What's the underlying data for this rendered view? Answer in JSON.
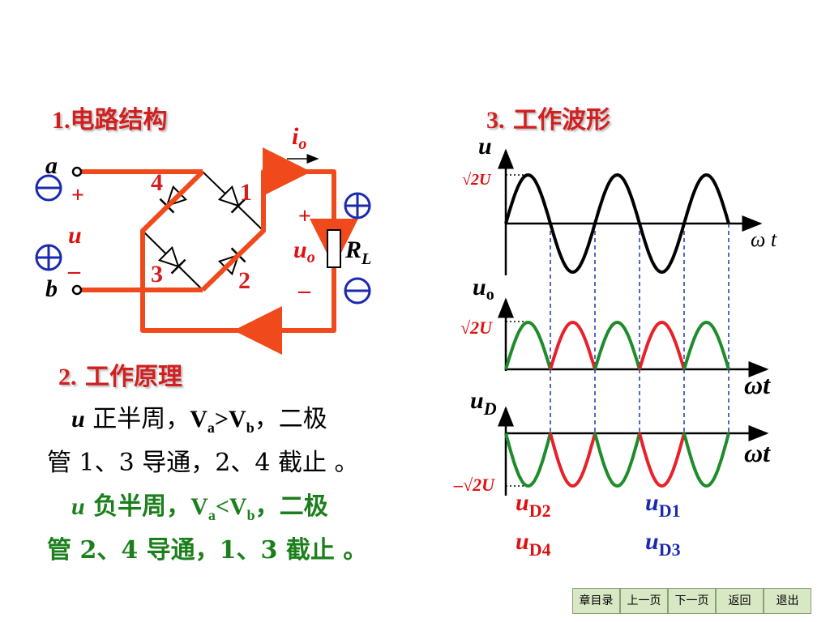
{
  "headings": {
    "circuit_num": "1.",
    "circuit_title": "电路结构",
    "waveform_num": "3.",
    "waveform_title": "工作波形",
    "principle_num": "2.",
    "principle_title": "工作原理"
  },
  "circuit": {
    "node_a": "a",
    "node_b": "b",
    "input_plus": "+",
    "input_minus": "–",
    "input_u": "u",
    "diode_1": "1",
    "diode_2": "2",
    "diode_3": "3",
    "diode_4": "4",
    "current_i": "i",
    "current_sub": "o",
    "output_plus": "+",
    "output_minus": "–",
    "output_u": "u",
    "output_sub": "o",
    "load_r": "R",
    "load_sub": "L",
    "colors": {
      "path": "#f04a1c",
      "symbol_blue": "#1a2ab0",
      "label_red": "#e01010"
    }
  },
  "principle": {
    "pos_u": "u",
    "pos_text1": " 正半周，",
    "pos_va": "V",
    "pos_va_sub": "a",
    "pos_gt": ">",
    "pos_vb": "V",
    "pos_vb_sub": "b",
    "pos_text2": "，二极",
    "pos_line2": "管 1、3 导通，2、4 截止 。",
    "neg_u": "u",
    "neg_text1": " 负半周，",
    "neg_va": "V",
    "neg_va_sub": "a",
    "neg_lt": "<",
    "neg_vb": "V",
    "neg_vb_sub": "b",
    "neg_text2": "，二极",
    "neg_line2": "管 2、4 导通，1、3 截止 。"
  },
  "waveforms": {
    "plot1_ylabel": "u",
    "plot1_xlabel": "ω t",
    "plot1_peak": "√2U",
    "plot2_ylabel": "u",
    "plot2_ylabel_sub": "o",
    "plot2_xlabel": "ωt",
    "plot2_peak": "√2U",
    "plot3_ylabel": "u",
    "plot3_ylabel_sub": "D",
    "plot3_xlabel": "ωt",
    "plot3_peak": "–√2U",
    "legend_d2": "u",
    "legend_d2_sub": "D2",
    "legend_d4": "u",
    "legend_d4_sub": "D4",
    "legend_d1": "u",
    "legend_d1_sub": "D1",
    "legend_d3": "u",
    "legend_d3_sub": "D3",
    "colors": {
      "red": "#e8202a",
      "green": "#1e8c2a",
      "dashed": "#2233aa"
    }
  },
  "nav": {
    "chapter": "章目录",
    "prev": "上一页",
    "next": "下一页",
    "back": "返回",
    "exit": "退出"
  }
}
